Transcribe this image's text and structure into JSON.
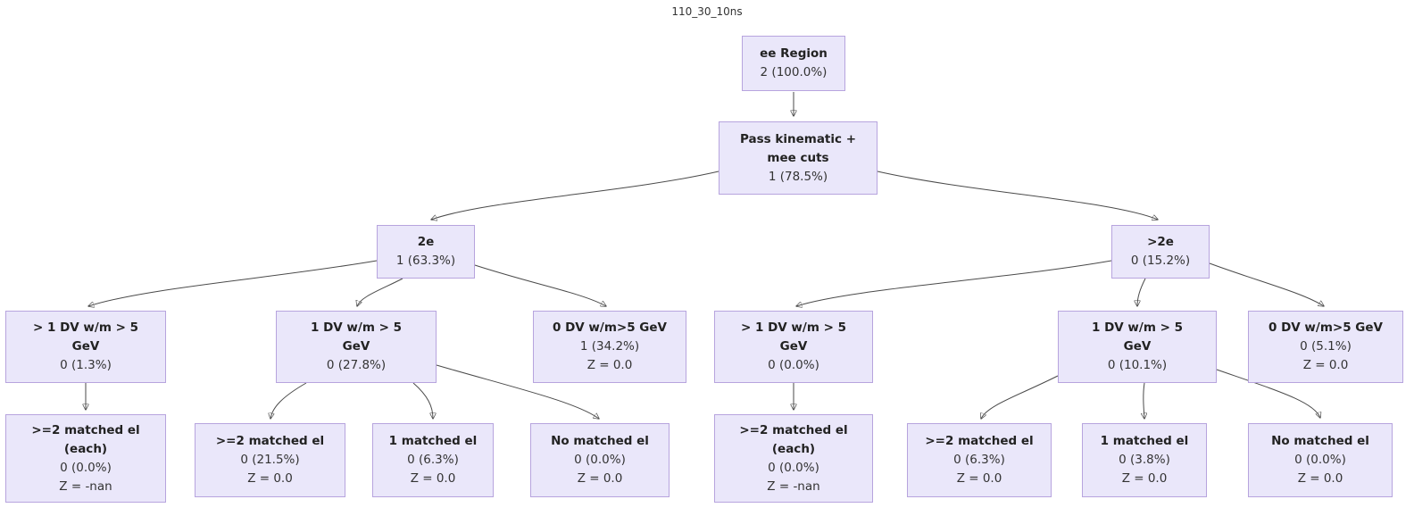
{
  "title": "110_30_10ns",
  "colors": {
    "node_fill": "#eae7fa",
    "node_border": "#b7a4de",
    "edge": "#4a4a4a",
    "text": "#333333"
  },
  "nodes": {
    "ee_region": {
      "title": [
        "ee Region"
      ],
      "count": "2 (100.0%)"
    },
    "pass_kinematic": {
      "title": [
        "Pass kinematic +",
        "mee cuts"
      ],
      "count": "1 (78.5%)"
    },
    "two_e": {
      "title": [
        "2e"
      ],
      "count": "1 (63.3%)"
    },
    "gt_two_e": {
      "title": [
        ">2e"
      ],
      "count": "0 (15.2%)"
    },
    "left_gt1_dv": {
      "title": [
        "> 1 DV w/m > 5",
        "GeV"
      ],
      "count": "0 (1.3%)"
    },
    "left_1_dv": {
      "title": [
        "1 DV w/m > 5",
        "GeV"
      ],
      "count": "0 (27.8%)"
    },
    "left_0_dv": {
      "title": [
        "0 DV w/m>5 GeV"
      ],
      "count": "1 (34.2%)",
      "z": "Z = 0.0"
    },
    "right_gt1_dv": {
      "title": [
        "> 1 DV w/m > 5",
        "GeV"
      ],
      "count": "0 (0.0%)"
    },
    "right_1_dv": {
      "title": [
        "1 DV w/m > 5",
        "GeV"
      ],
      "count": "0 (10.1%)"
    },
    "right_0_dv": {
      "title": [
        "0 DV w/m>5 GeV"
      ],
      "count": "0 (5.1%)",
      "z": "Z = 0.0"
    },
    "left_ge2_matched_each": {
      "title": [
        ">=2 matched el",
        "(each)"
      ],
      "count": "0 (0.0%)",
      "z": "Z = -nan"
    },
    "left_ge2_matched": {
      "title": [
        ">=2 matched el"
      ],
      "count": "0 (21.5%)",
      "z": "Z = 0.0"
    },
    "left_1_matched": {
      "title": [
        "1 matched el"
      ],
      "count": "0 (6.3%)",
      "z": "Z = 0.0"
    },
    "left_no_matched": {
      "title": [
        "No matched el"
      ],
      "count": "0 (0.0%)",
      "z": "Z = 0.0"
    },
    "right_ge2_matched_each": {
      "title": [
        ">=2 matched el",
        "(each)"
      ],
      "count": "0 (0.0%)",
      "z": "Z = -nan"
    },
    "right_ge2_matched": {
      "title": [
        ">=2 matched el"
      ],
      "count": "0 (6.3%)",
      "z": "Z = 0.0"
    },
    "right_1_matched": {
      "title": [
        "1 matched el"
      ],
      "count": "0 (3.8%)",
      "z": "Z = 0.0"
    },
    "right_no_matched": {
      "title": [
        "No matched el"
      ],
      "count": "0 (0.0%)",
      "z": "Z = 0.0"
    }
  }
}
